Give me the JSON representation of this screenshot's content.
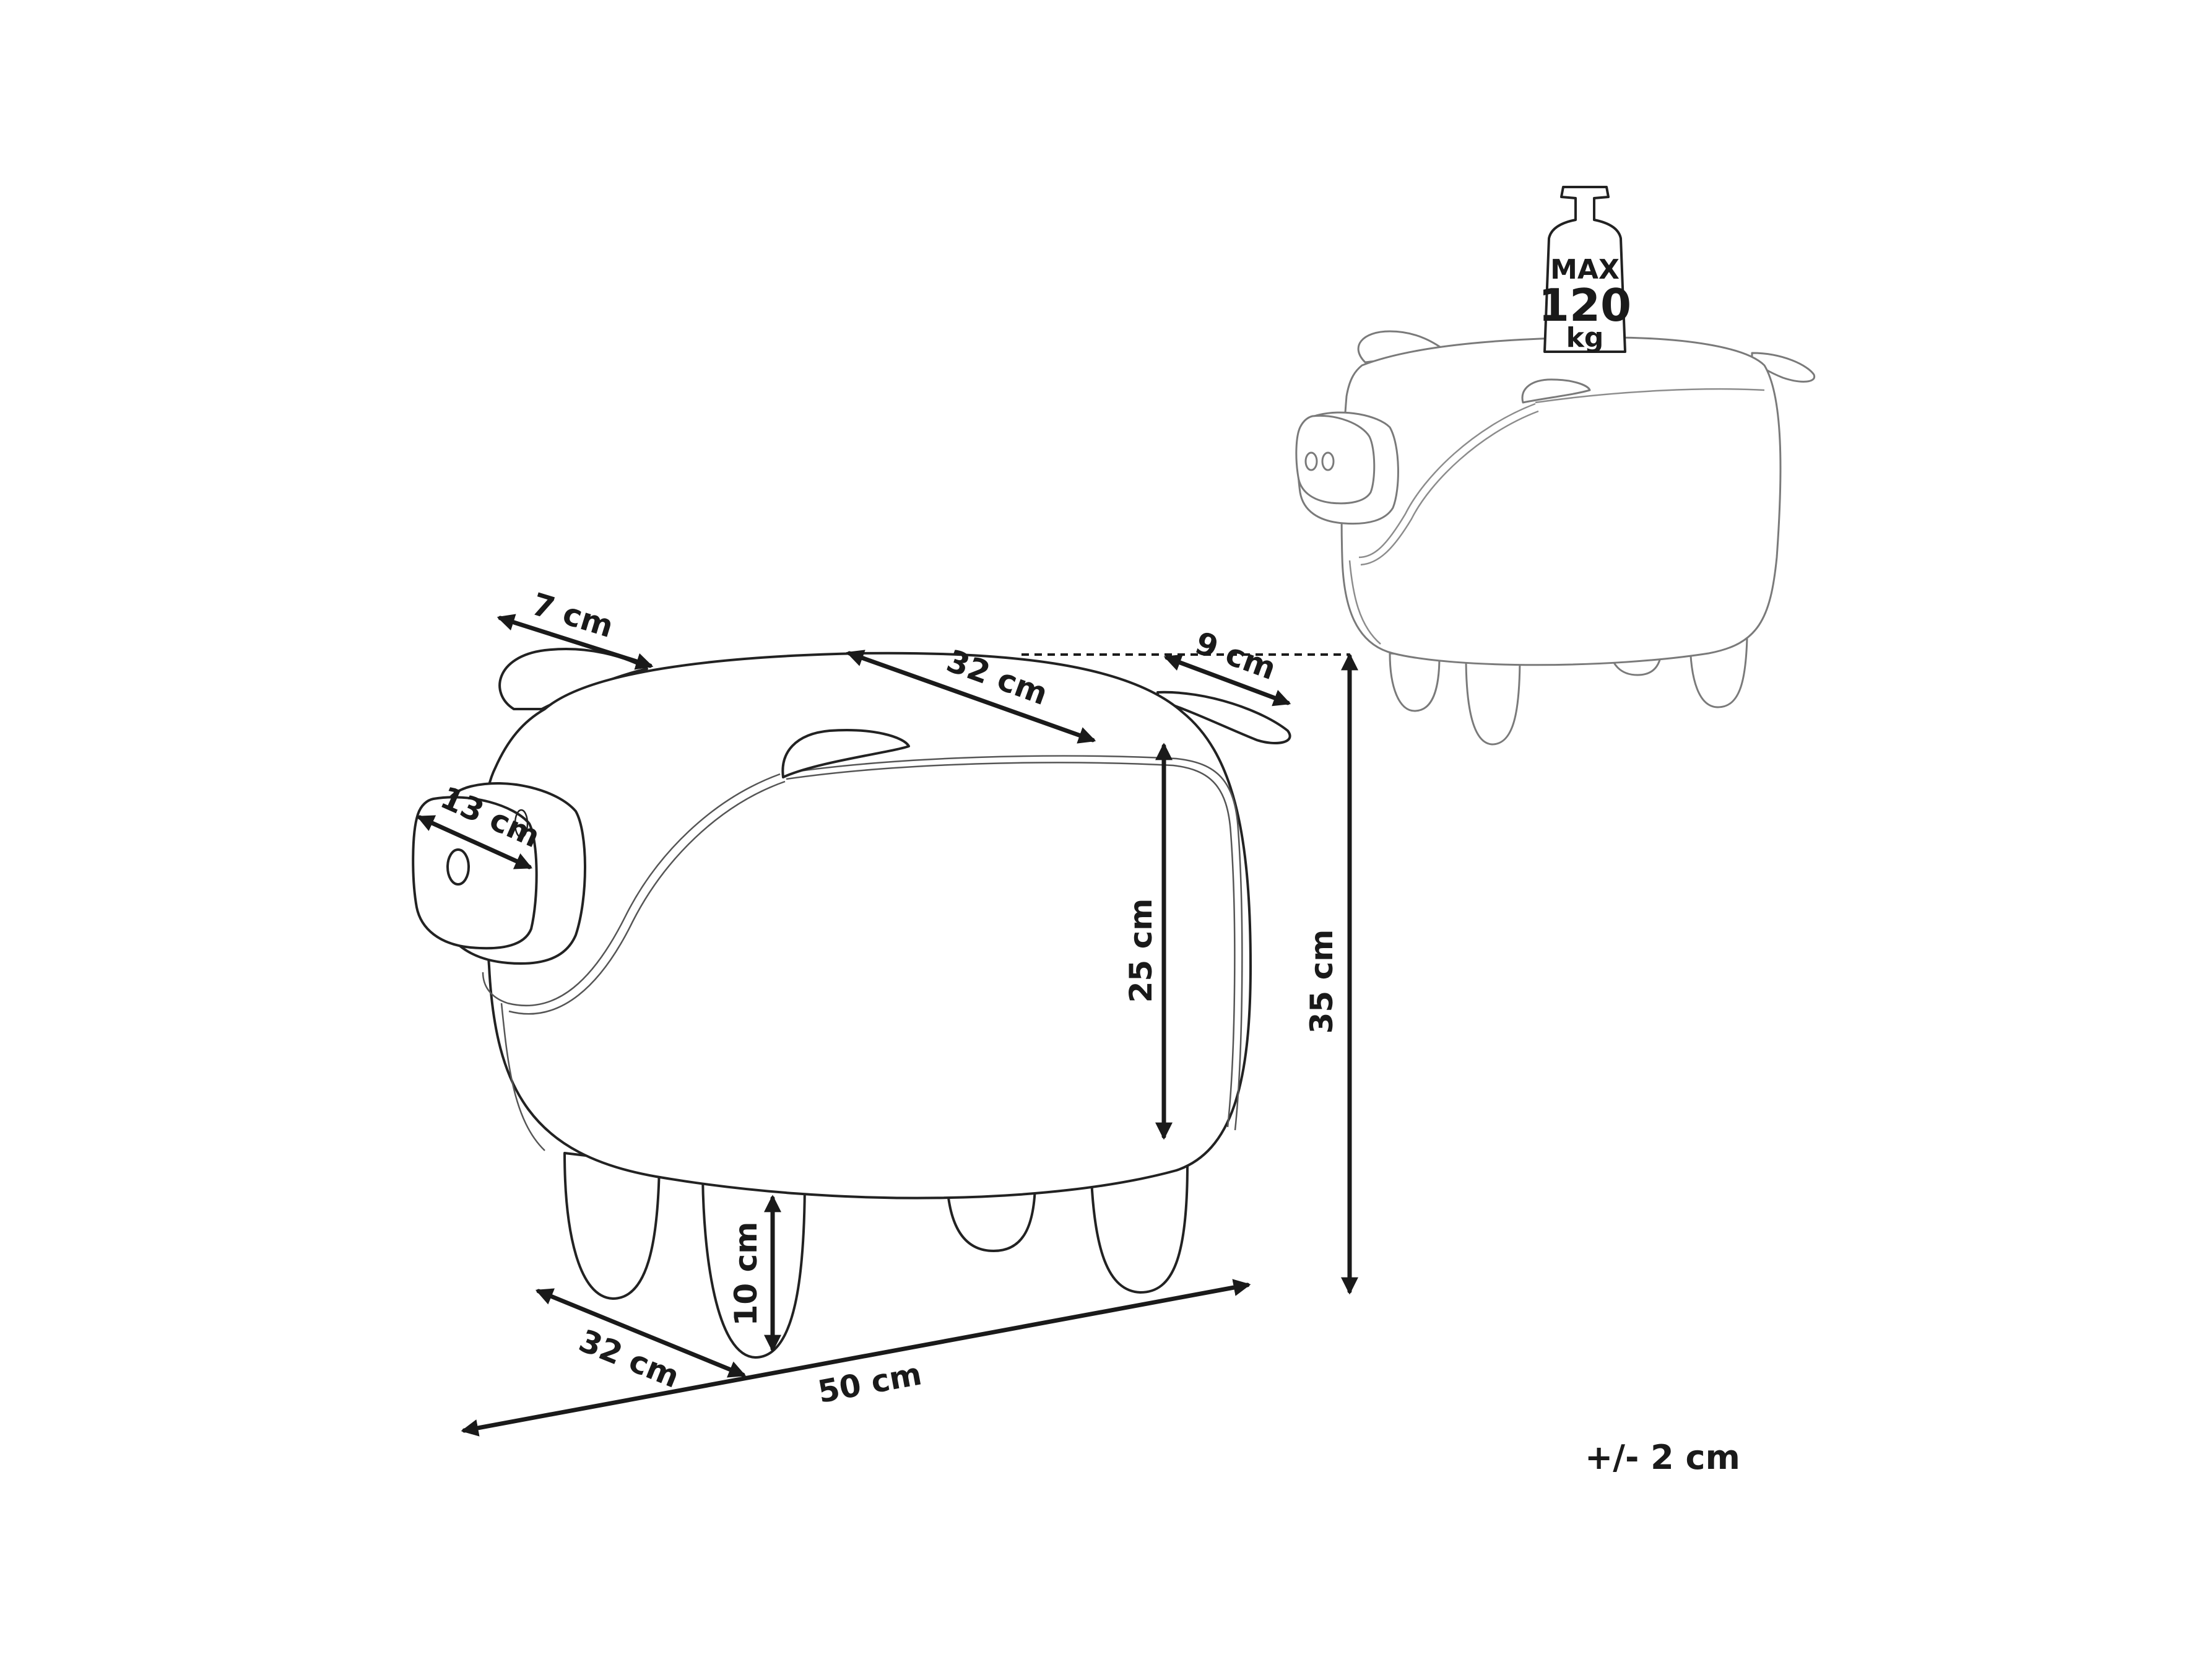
{
  "dimensions": {
    "ear_length": "7 cm",
    "top_diagonal": "32 cm",
    "tail_length": "9 cm",
    "snout_width": "13 cm",
    "seat_height": "25 cm",
    "total_height": "35 cm",
    "leg_height": "10 cm",
    "depth": "32 cm",
    "width": "50 cm"
  },
  "max_load": {
    "label": "MAX",
    "value": "120",
    "unit": "kg"
  },
  "tolerance": "+/- 2 cm"
}
